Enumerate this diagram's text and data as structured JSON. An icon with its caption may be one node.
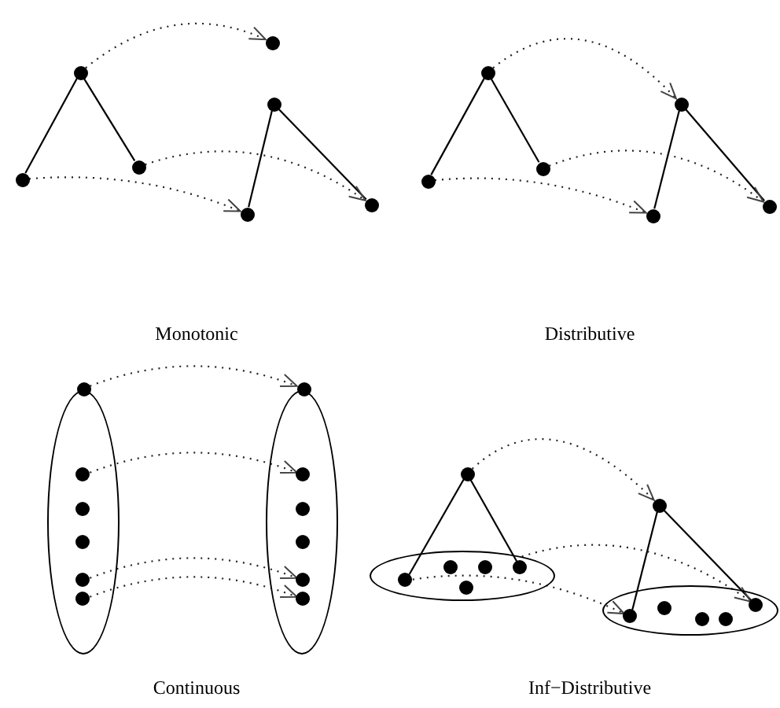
{
  "diagram": {
    "nodes": [
      {
        "text": [],
        "shape": "circle"
      },
      {
        "text": [],
        "shape": "circle"
      },
      {
        "text": [],
        "shape": "circle"
      },
      {
        "text": [],
        "shape": "circle"
      },
      {
        "text": [],
        "shape": "circle"
      },
      {
        "text": [],
        "shape": "circle"
      },
      {
        "text": [],
        "shape": "circle"
      },
      {
        "text": [],
        "shape": "circle"
      },
      {
        "text": [],
        "shape": "circle"
      },
      {
        "text": [],
        "shape": "circle"
      },
      {
        "text": [],
        "shape": "circle"
      },
      {
        "text": [],
        "shape": "circle"
      },
      {
        "text": [],
        "shape": "circle"
      },
      {
        "text": [],
        "shape": "ellipse"
      },
      {
        "text": [],
        "shape": "circle"
      },
      {
        "text": [],
        "shape": "circle",
        "in": 13
      },
      {
        "text": [],
        "shape": "circle",
        "in": 13
      },
      {
        "text": [],
        "shape": "circle",
        "in": 13
      },
      {
        "text": [],
        "shape": "circle",
        "in": 13
      },
      {
        "text": [],
        "shape": "circle",
        "in": 13
      },
      {
        "text": [],
        "shape": "ellipse"
      },
      {
        "text": [],
        "shape": "circle"
      },
      {
        "text": [],
        "shape": "circle",
        "in": 20
      },
      {
        "text": [],
        "shape": "circle",
        "in": 20
      },
      {
        "text": [],
        "shape": "circle",
        "in": 20
      },
      {
        "text": [],
        "shape": "circle",
        "in": 20
      },
      {
        "text": [],
        "shape": "circle",
        "in": 20
      },
      {
        "text": [],
        "shape": "circle"
      },
      {
        "text": [],
        "shape": "circle"
      },
      {
        "text": [],
        "shape": "ellipse"
      },
      {
        "text": [],
        "shape": "circle",
        "in": 29
      },
      {
        "text": [],
        "shape": "circle",
        "in": 29
      },
      {
        "text": [],
        "shape": "circle",
        "in": 29
      },
      {
        "text": [],
        "shape": "circle",
        "in": 29
      },
      {
        "text": [],
        "shape": "circle",
        "in": 29
      },
      {
        "text": [],
        "shape": "ellipse"
      },
      {
        "text": [],
        "shape": "circle",
        "in": 35
      },
      {
        "text": [],
        "shape": "circle",
        "in": 35
      },
      {
        "text": [],
        "shape": "circle",
        "in": 35
      },
      {
        "text": [],
        "shape": "circle",
        "in": 35
      },
      {
        "text": [],
        "shape": "circle",
        "in": 35
      }
    ],
    "edges": [
      {
        "from": 0,
        "to": 3,
        "arrow": "none"
      },
      {
        "from": 0,
        "to": 4,
        "arrow": "none"
      },
      {
        "from": 2,
        "to": 6,
        "arrow": "none"
      },
      {
        "from": 2,
        "to": 5,
        "arrow": "none"
      },
      {
        "from": 0,
        "to": 1,
        "arrow": "to",
        "style": "dashed"
      },
      {
        "from": 3,
        "to": 6,
        "arrow": "to",
        "style": "dashed"
      },
      {
        "from": 4,
        "to": 5,
        "arrow": "to",
        "style": "dashed"
      },
      {
        "from": 7,
        "to": 10,
        "arrow": "none"
      },
      {
        "from": 7,
        "to": 9,
        "arrow": "none"
      },
      {
        "from": 8,
        "to": 12,
        "arrow": "none"
      },
      {
        "from": 8,
        "to": 11,
        "arrow": "none"
      },
      {
        "from": 7,
        "to": 8,
        "arrow": "to",
        "style": "dashed"
      },
      {
        "from": 10,
        "to": 12,
        "arrow": "to",
        "style": "dashed"
      },
      {
        "from": 9,
        "to": 11,
        "arrow": "to",
        "style": "dashed"
      },
      {
        "from": 14,
        "to": 21,
        "arrow": "to",
        "style": "dashed"
      },
      {
        "from": 15,
        "to": 22,
        "arrow": "to",
        "style": "dashed"
      },
      {
        "from": 18,
        "to": 25,
        "arrow": "to",
        "style": "dashed"
      },
      {
        "from": 19,
        "to": 26,
        "arrow": "to",
        "style": "dashed"
      },
      {
        "from": 27,
        "to": 33,
        "arrow": "none"
      },
      {
        "from": 27,
        "to": 32,
        "arrow": "none"
      },
      {
        "from": 28,
        "to": 36,
        "arrow": "none"
      },
      {
        "from": 28,
        "to": 40,
        "arrow": "none"
      },
      {
        "from": 27,
        "to": 28,
        "arrow": "to",
        "style": "dashed"
      },
      {
        "from": 33,
        "to": 36,
        "arrow": "to",
        "style": "dashed"
      },
      {
        "from": 29,
        "to": 40,
        "arrow": "to",
        "style": "dashed"
      }
    ],
    "labels": [
      "Monotonic",
      "Distributive",
      "Continuous",
      "Inf−Distributive"
    ]
  }
}
